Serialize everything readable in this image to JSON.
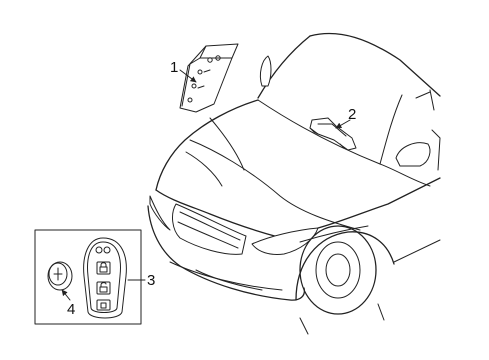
{
  "callouts": {
    "part_1": "1",
    "part_2": "2",
    "part_3": "3",
    "part_4": "4"
  },
  "colors": {
    "line": "#222222",
    "background": "#ffffff"
  }
}
